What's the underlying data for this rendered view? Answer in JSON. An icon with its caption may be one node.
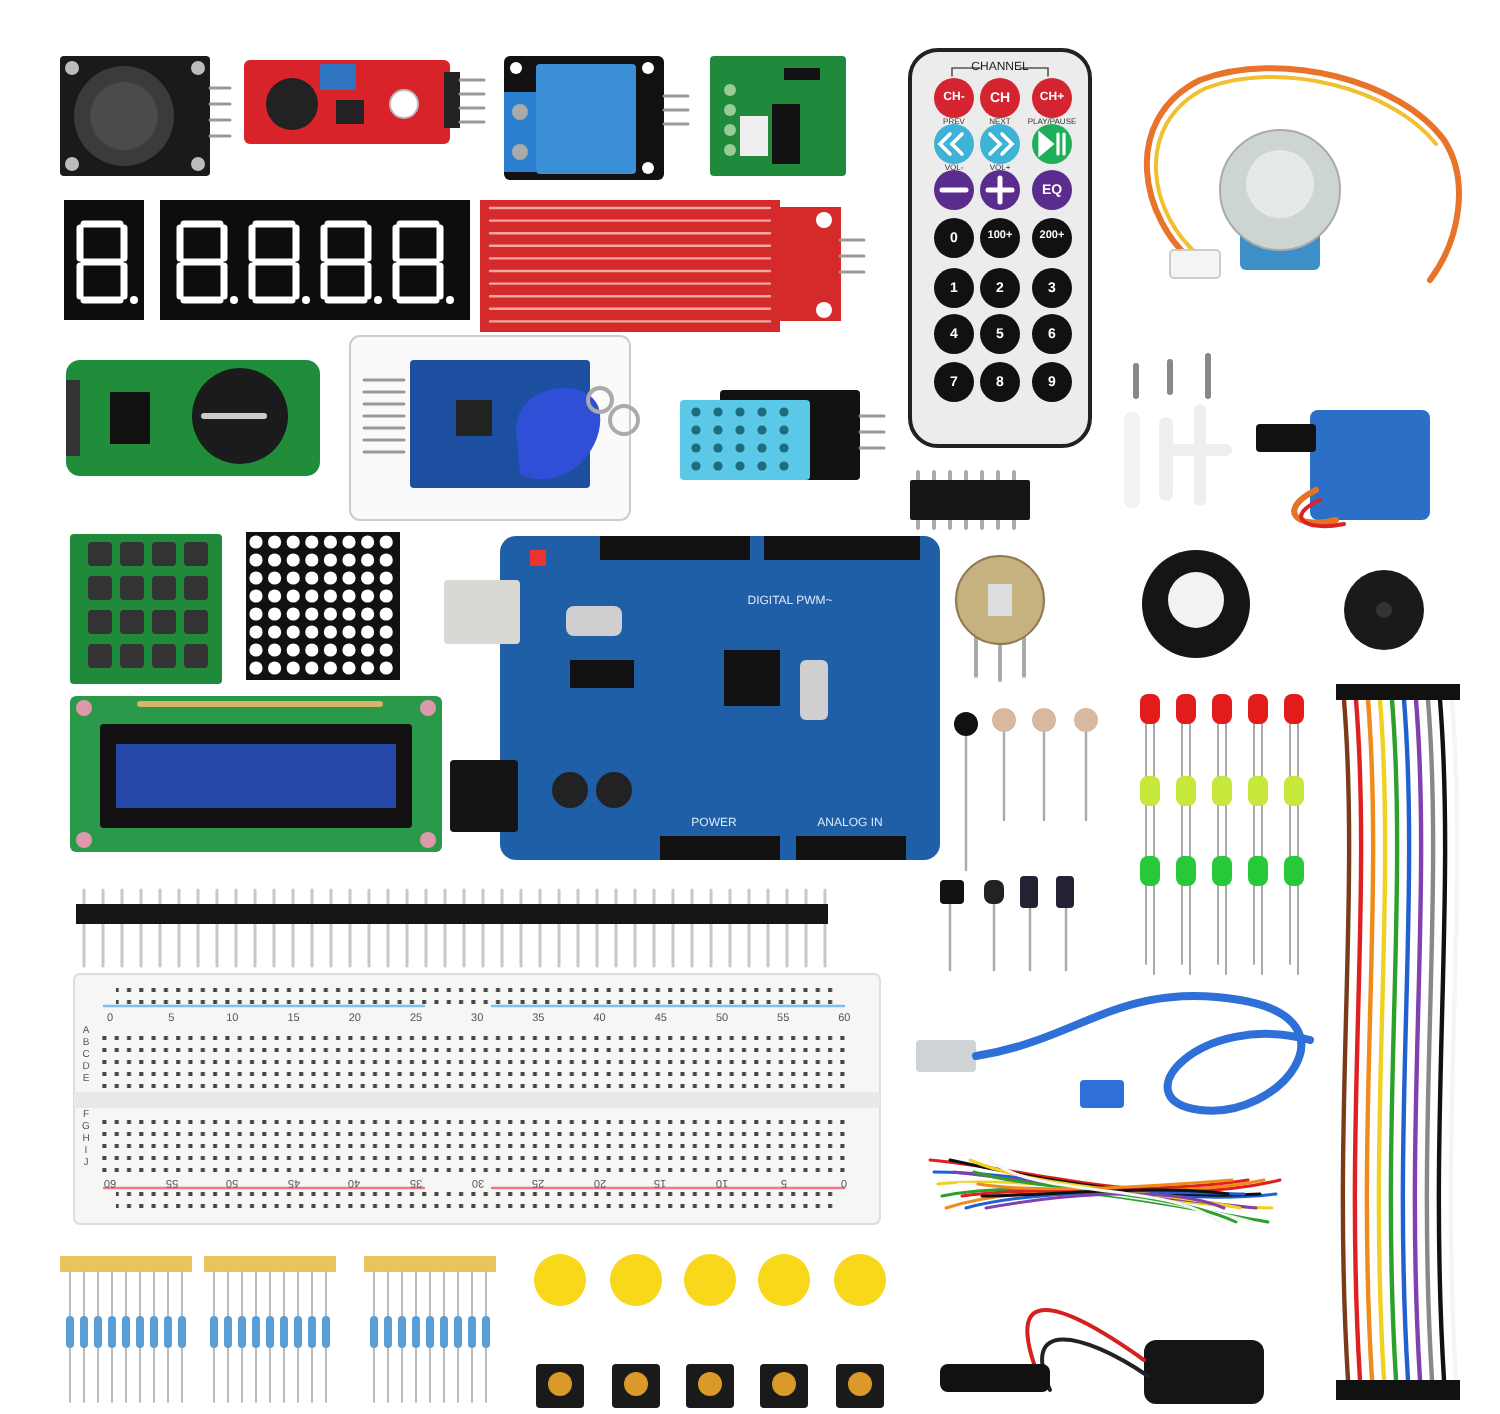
{
  "diagram": {
    "labels": [
      "CHANNEL",
      "CH-",
      "CH",
      "CH+",
      "PREV",
      "NEXT",
      "PLAY/PAUSE",
      "VOL-",
      "VOL+",
      "EQ",
      "0",
      "100+",
      "200+",
      "1",
      "2",
      "3",
      "4",
      "5",
      "6",
      "7",
      "8",
      "9",
      "DIGITAL PWM~",
      "POWER",
      "ANALOG IN",
      "0",
      "5",
      "10",
      "15",
      "20",
      "25",
      "30",
      "35",
      "40",
      "45",
      "50",
      "55",
      "60",
      "A",
      "B",
      "C",
      "D",
      "E",
      "F",
      "G",
      "H",
      "I",
      "J",
      "60",
      "55",
      "50",
      "45",
      "40",
      "35",
      "30",
      "25",
      "20",
      "15",
      "10",
      "5",
      "0"
    ]
  }
}
